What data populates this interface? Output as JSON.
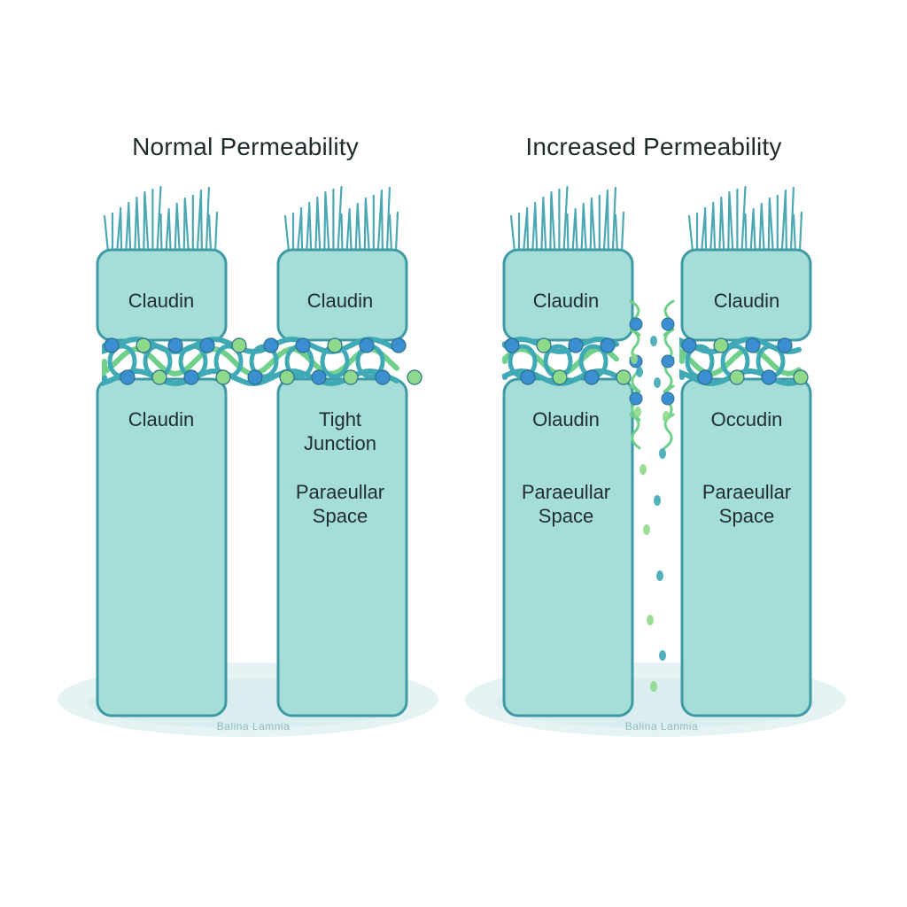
{
  "panels": [
    {
      "title": "Normal Permeability",
      "state": "intact",
      "cells": [
        {
          "top_label": "Claudin",
          "body_label": "Claudin",
          "body_sublabel": ""
        },
        {
          "top_label": "Claudin",
          "body_label": "Tight\nJunction",
          "body_sublabel": "Paraeullar\nSpace"
        }
      ],
      "footer": "Balina Lamnia"
    },
    {
      "title": "Increased Permeability",
      "state": "leaky",
      "cells": [
        {
          "top_label": "Claudin",
          "body_label": "Olaudin",
          "body_sublabel": "Paraeullar\nSpace"
        },
        {
          "top_label": "Claudin",
          "body_label": "Occudin",
          "body_sublabel": "Paraeullar\nSpace"
        }
      ],
      "footer": "Balina Lanmia"
    }
  ],
  "colors": {
    "cell_fill": "#a5ded9",
    "cell_stroke": "#3e9aa5",
    "cilia": "#4ba8b2",
    "bead_blue": "#3b8fd0",
    "bead_green": "#8fd98a",
    "strand_teal": "#3fa9b5",
    "strand_green": "#6fd08a",
    "basement": "#cfe9ec"
  }
}
